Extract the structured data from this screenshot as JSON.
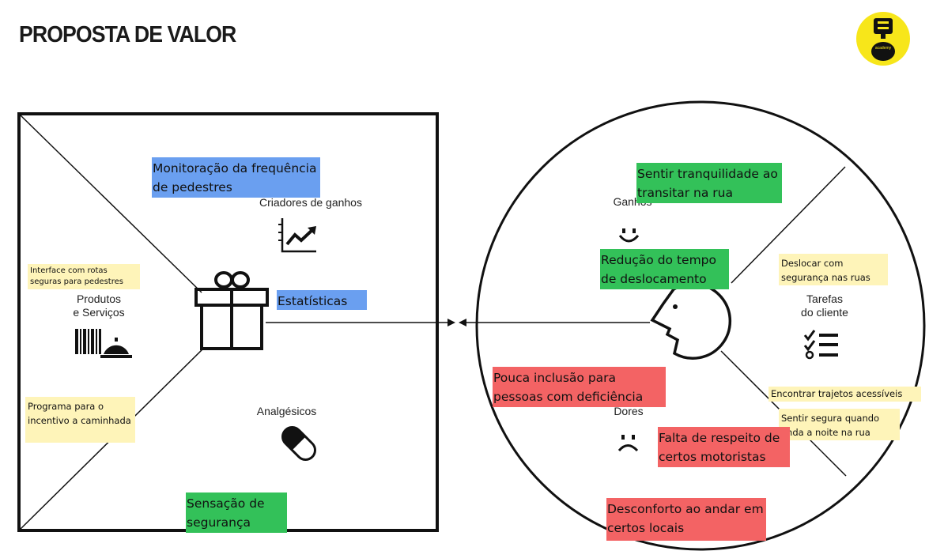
{
  "title": "PROPOSTA DE VALOR",
  "logo_text": "academy",
  "colors": {
    "blue": "#6a9ff0",
    "green": "#33c159",
    "red": "#f36364",
    "yellow": "#fef4b9",
    "logo": "#f7e61a"
  },
  "product_map": {
    "gain_creators_label": "Criadores de ganhos",
    "products_label_line1": "Produtos",
    "products_label_line2": "e Serviços",
    "pain_relievers_label": "Analgésicos",
    "icons": [
      "gift-icon",
      "trend-chart-icon",
      "barcode-bell-icon",
      "pill-icon"
    ]
  },
  "customer_profile": {
    "gains_label": "Ganhos",
    "jobs_label_line1": "Tarefas",
    "jobs_label_line2": "do cliente",
    "pains_label": "Dores",
    "icons": [
      "smile-icon",
      "face-profile-icon",
      "checklist-icon",
      "frown-icon"
    ]
  },
  "notes": {
    "monitoracao": "Monitoração da frequência de pedestres",
    "estatisticas": "Estatísticas",
    "interface_rotas": "Interface com rotas seguras para pedestres",
    "programa_caminhada": "Programa para o incentivo a caminhada",
    "sensacao_seguranca": "Sensação de segurança",
    "sentir_tranquilidade": "Sentir tranquilidade ao transitar na rua",
    "reducao_tempo": "Redução do tempo de deslocamento",
    "deslocar_seguranca": "Deslocar com segurança nas ruas",
    "pouca_inclusao": "Pouca inclusão para pessoas com deficiência",
    "encontrar_trajetos": "Encontrar trajetos acessíveis",
    "sentir_segura": "Sentir segura quando anda a noite na rua",
    "falta_respeito": "Falta de respeito de certos motoristas",
    "desconforto": "Desconforto ao andar em certos locais"
  }
}
